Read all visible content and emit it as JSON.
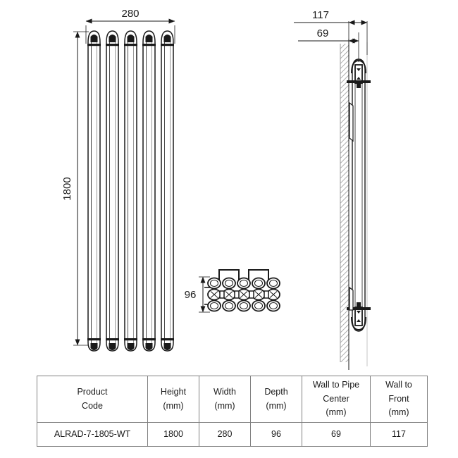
{
  "drawing": {
    "title": "Vertical Column Radiator Technical Drawing",
    "line_color": "#1a1a1a",
    "hatch_color": "#9a9a9a",
    "fill_color": "#ffffff",
    "front_view": {
      "name": "front-elevation",
      "columns": 5,
      "width_dimension": "280",
      "height_dimension": "1800"
    },
    "plan_view": {
      "name": "plan-section",
      "columns": 5,
      "tubes_per_column": 3,
      "depth_dimension": "96"
    },
    "side_view": {
      "name": "side-elevation",
      "wall_to_front_dimension": "117",
      "wall_to_pipe_center_dimension": "69"
    }
  },
  "table": {
    "headers": [
      {
        "line1": "Product",
        "line2": "Code",
        "line3": ""
      },
      {
        "line1": "Height",
        "line2": "(mm)",
        "line3": ""
      },
      {
        "line1": "Width",
        "line2": "(mm)",
        "line3": ""
      },
      {
        "line1": "Depth",
        "line2": "(mm)",
        "line3": ""
      },
      {
        "line1": "Wall to Pipe",
        "line2": "Center",
        "line3": "(mm)"
      },
      {
        "line1": "Wall to",
        "line2": "Front",
        "line3": "(mm)"
      }
    ],
    "rows": [
      {
        "product_code": "ALRAD-7-1805-WT",
        "height": "1800",
        "width": "280",
        "depth": "96",
        "wall_to_pipe_center": "69",
        "wall_to_front": "117"
      }
    ]
  }
}
